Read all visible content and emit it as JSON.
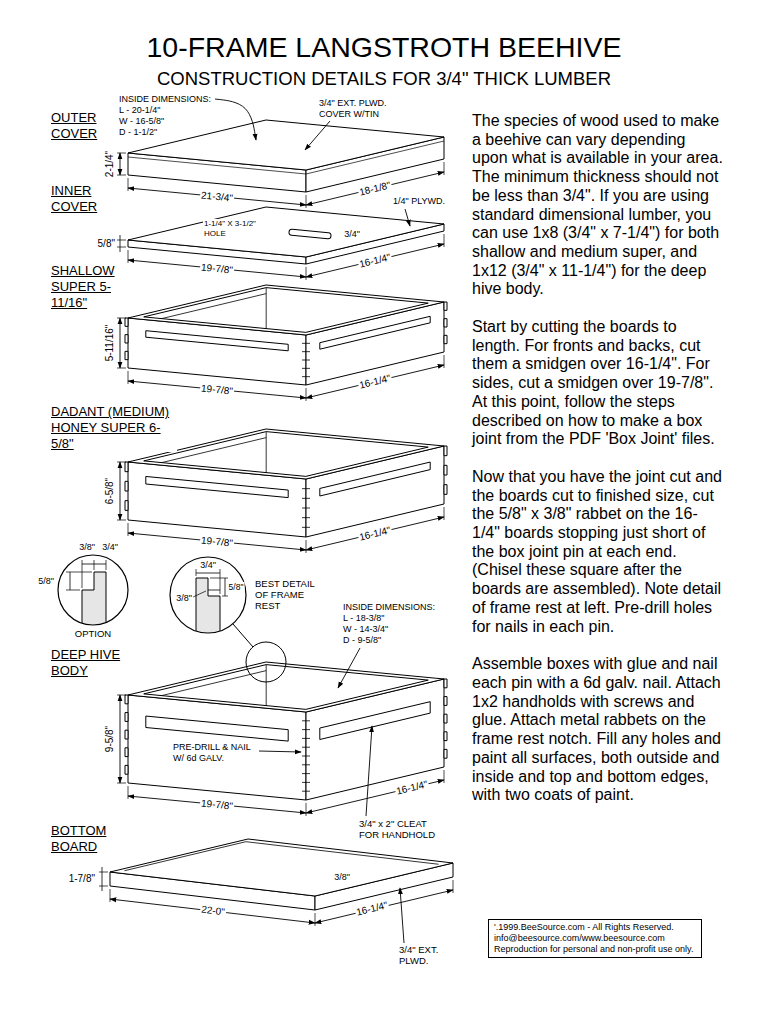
{
  "diagram": {
    "title": "10-FRAME LANGSTROTH BEEHIVE",
    "nodes": [
      {
        "text": [
          "'.1999.BeeSource.com - All Rights Reserved.",
          "info@beesource.com/www.beesource.com",
          "Reproduction for personal and non-profit use only."
        ]
      }
    ],
    "labels": [
      "CONSTRUCTION DETAILS FOR 3/4\" THICK LUMBER",
      "OUTER COVER",
      "INSIDE DIMENSIONS:",
      "L - 20-1/4\" W - 16-5/8\" D - 1-1/2\"",
      "3/4\" EXT. PLWD. COVER W/TIN",
      "2-1/4\"",
      "21-3/4\"",
      "18-1/8\"",
      "INNER COVER",
      "1-1/4\" X 3-1/2\" HOLE",
      "1/4\" PLYWD.",
      "3/4\"",
      "5/8\"",
      "19-7/8\"",
      "16-1/4\"",
      "SHALLOW SUPER 5-11/16\"",
      "5-11/16\"",
      "19-7/8\"",
      "16-1/4\"",
      "DADANT (MEDIUM) HONEY SUPER 6-5/8\"",
      "6-5/8\"",
      "19-7/8\"",
      "16-1/4\"",
      "3/8\"",
      "3/4\"",
      "5/8\"",
      "OPTION",
      "3/4\"",
      "3/8\"",
      "5/8\"",
      "BEST DETAIL OF FRAME REST",
      "INSIDE DIMENSIONS:",
      "L - 18-3/8\" W - 14-3/4\" D - 9-5/8\"",
      "DEEP HIVE BODY",
      "9-5/8\"",
      "PRE-DRILL & NAIL W/ 6d GALV.",
      "19-7/8\"",
      "16-1/4\"",
      "3/4\" x 2\" CLEAT FOR HANDHOLD",
      "BOTTOM BOARD",
      "1-7/8\"",
      "3/8\"",
      "22-0\"",
      "16-1/4\"",
      "3/4\" EXT. PLWD.",
      "The species of wood used to make a beehive can vary depending upon what is available in your area. The minimum thickness should not be less than 3/4\". If you are using standard dimensional lumber, you can use 1x8 (3/4\" x 7-1/4\") for both shallow and medium super, and 1x12 (3/4\" x 11-1/4\") for the deep hive body.",
      "Start by cutting the boards to length. For fronts and backs, cut them a smidgen over 16-1/4\". For sides, cut a smidgen over 19-7/8\". At this point, follow the steps described on how to make a box joint from the PDF 'Box Joint' files.",
      "Now that you have the joint cut and the boards cut to finished size, cut the 5/8\" x 3/8\" rabbet on the 16-1/4\" boards stopping just short of the box joint pin at each end. (Chisel these square after the boards are assembled). Note detail of frame rest at left. Pre-drill holes for nails in each pin.",
      "Assemble boxes with glue and nail each pin with a 6d galv. nail. Attach 1x2 handholds with screws and glue. Attach metal rabbets on the frame rest notch. Fill any holes and paint all surfaces, both outside and inside and top and bottom edges, with two coats of paint."
    ]
  }
}
